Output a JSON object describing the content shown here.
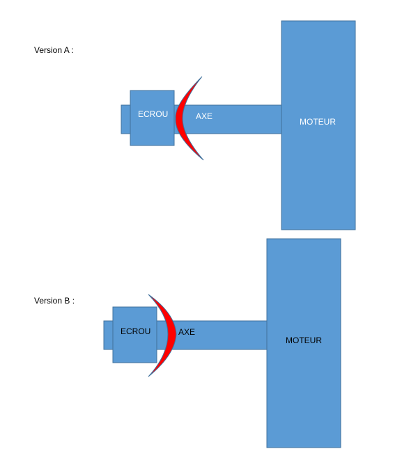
{
  "colors": {
    "part_fill": "#5B9BD5",
    "part_stroke": "#41719C",
    "washer_fill": "#FF0000",
    "washer_stroke": "#41719C",
    "label_light": "#FFFFFF",
    "label_dark": "#000000"
  },
  "version_a": {
    "title": "Version A :",
    "nut_label": "ECROU",
    "shaft_label": "AXE",
    "motor_label": "MOTEUR"
  },
  "version_b": {
    "title": "Version B :",
    "nut_label": "ECROU",
    "shaft_label": "AXE",
    "motor_label": "MOTEUR"
  }
}
